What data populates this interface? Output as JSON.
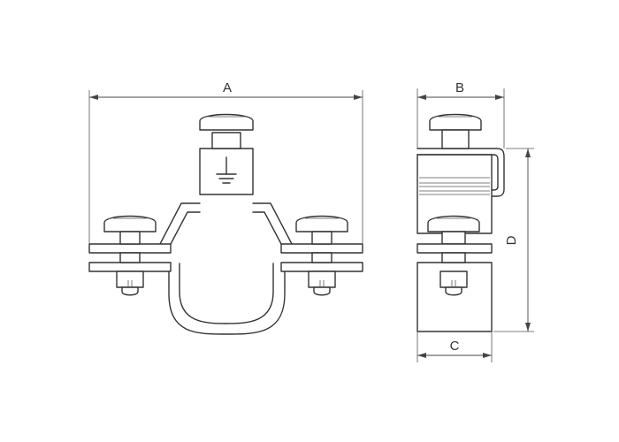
{
  "dimensions": {
    "a": "A",
    "b": "B",
    "c": "C",
    "d": "D"
  },
  "colors": {
    "line": "#333333",
    "background": "#ffffff"
  },
  "icons": {
    "earth": "ground-symbol-icon"
  }
}
